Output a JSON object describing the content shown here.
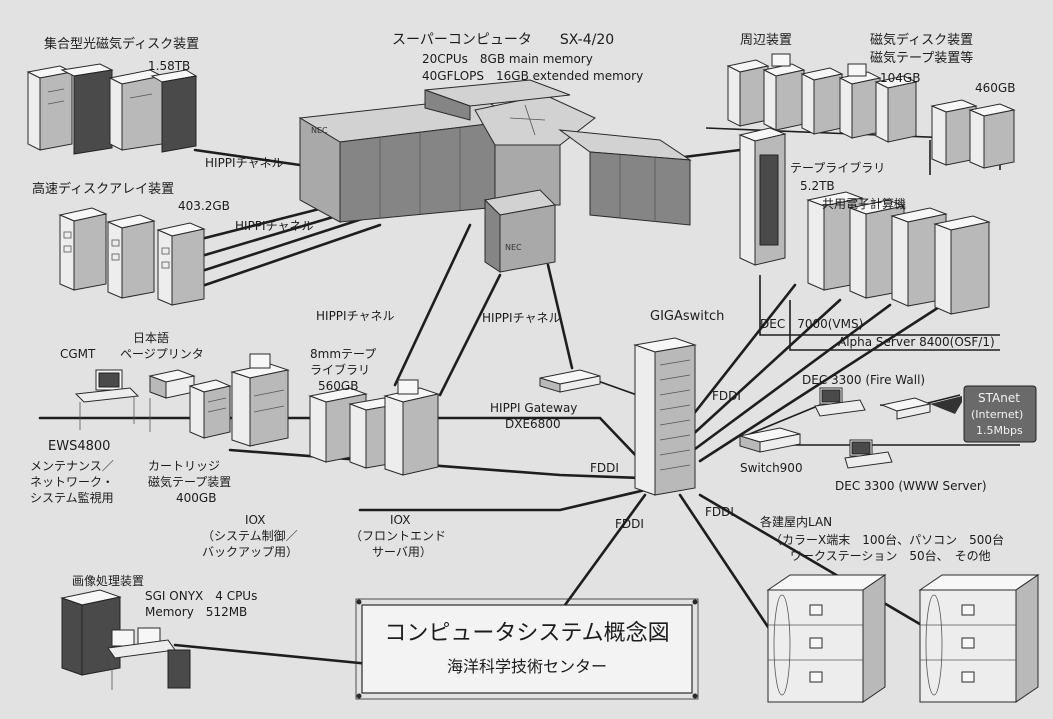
{
  "title_box": {
    "title": "コンピュータシステム概念図",
    "subtitle": "海洋科学技術センター"
  },
  "supercomputer": {
    "name": "スーパーコンピュータ　　SX-4/20",
    "spec_line1": "20CPUs　8GB main memory",
    "spec_line2": "40GFLOPS　16GB extended memory"
  },
  "optical_disk": {
    "name": "集合型光磁気ディスク装置",
    "capacity": "1.58TB"
  },
  "disk_array": {
    "name": "高速ディスクアレイ装置",
    "capacity": "403.2GB"
  },
  "peripherals": {
    "label": "周辺装置",
    "storage_line1": "磁気ディスク装置",
    "storage_line2": "磁気テープ装置等",
    "capacity_a": "104GB",
    "capacity_b": "460GB"
  },
  "tape_library": {
    "name": "テープライブラリ",
    "capacity": "5.2TB"
  },
  "shared_computer": {
    "name": "共用電子計算機"
  },
  "dec7000": {
    "name": "DEC　7000(VMS)"
  },
  "alpha": {
    "name": "Alpha Server 8400(OSF/1)"
  },
  "hippi_labels": [
    "HIPPIチャネル",
    "HIPPIチャネル",
    "HIPPIチャネル",
    "HIPPIチャネル"
  ],
  "gigaswitch": {
    "name": "GIGAswitch"
  },
  "fddi_labels": [
    "FDDI",
    "FDDI",
    "FDDI",
    "FDDI"
  ],
  "hippi_gateway": {
    "line1": "HIPPI Gateway",
    "line2": "DXE6800"
  },
  "dec3300_fw": {
    "name": "DEC 3300 (Fire Wall)"
  },
  "dec3300_www": {
    "name": "DEC 3300 (WWW Server)"
  },
  "switch900": {
    "name": "Switch900"
  },
  "stanet": {
    "line1": "STAnet",
    "line2": "(Internet)",
    "line3": "1.5Mbps"
  },
  "cgmt": {
    "name": "CGMT"
  },
  "page_printer": {
    "line1": "日本語",
    "line2": "ページプリンタ"
  },
  "tape_8mm": {
    "line1": "8mmテープ",
    "line2": "ライブラリ",
    "capacity": "560GB"
  },
  "ews": {
    "name": "EWS4800",
    "line1": "メンテナンス／",
    "line2": "ネットワーク・",
    "line3": "システム監視用"
  },
  "cartridge": {
    "line1": "カートリッジ",
    "line2": "磁気テープ装置",
    "capacity": "400GB"
  },
  "iox_backup": {
    "name": "IOX",
    "line1": "（システム制御／",
    "line2": "バックアップ用）"
  },
  "iox_frontend": {
    "name": "IOX",
    "line1": "（フロントエンド",
    "line2": "サーバ用）"
  },
  "lan": {
    "name": "各建屋内LAN",
    "line1": "（カラーX端末　100台、パソコン　500台",
    "line2": "ワークステーション　50台、　その他"
  },
  "image_proc": {
    "name": "画像処理装置",
    "model": "SGI ONYX　4 CPUs",
    "memory": "Memory　512MB"
  }
}
